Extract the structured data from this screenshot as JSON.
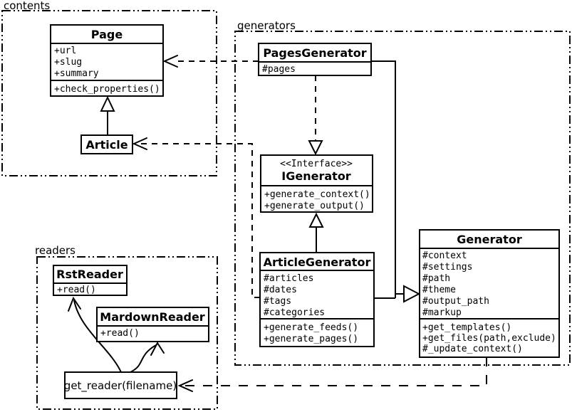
{
  "packages": {
    "contents": {
      "label": "contents"
    },
    "generators": {
      "label": "generators"
    },
    "readers": {
      "label": "readers"
    }
  },
  "classes": {
    "page": {
      "title": "Page",
      "attributes": [
        "+url",
        "+slug",
        "+summary"
      ],
      "methods": [
        "+check_properties()"
      ]
    },
    "article": {
      "title": "Article"
    },
    "pages_generator": {
      "title": "PagesGenerator",
      "attributes": [
        "#pages"
      ]
    },
    "igenerator": {
      "stereotype": "<<Interface>>",
      "title": "IGenerator",
      "methods": [
        "+generate_context()",
        "+generate_output()"
      ]
    },
    "article_generator": {
      "title": "ArticleGenerator",
      "attributes": [
        "#articles",
        "#dates",
        "#tags",
        "#categories"
      ],
      "methods": [
        "+generate_feeds()",
        "+generate_pages()"
      ]
    },
    "generator": {
      "title": "Generator",
      "attributes": [
        "#context",
        "#settings",
        "#path",
        "#theme",
        "#output_path",
        "#markup"
      ],
      "methods": [
        "+get_templates()",
        "+get_files(path,exclude)",
        "#_update_context()"
      ]
    },
    "rst_reader": {
      "title": "RstReader",
      "methods": [
        "+read()"
      ]
    },
    "mardown_reader": {
      "title": "MardownReader",
      "methods": [
        "+read()"
      ]
    }
  },
  "functions": {
    "get_reader": {
      "label": "get_reader(filename)"
    }
  },
  "colors": {
    "line": "#000000",
    "background": "#ffffff",
    "box_fill": "#ffffff"
  }
}
